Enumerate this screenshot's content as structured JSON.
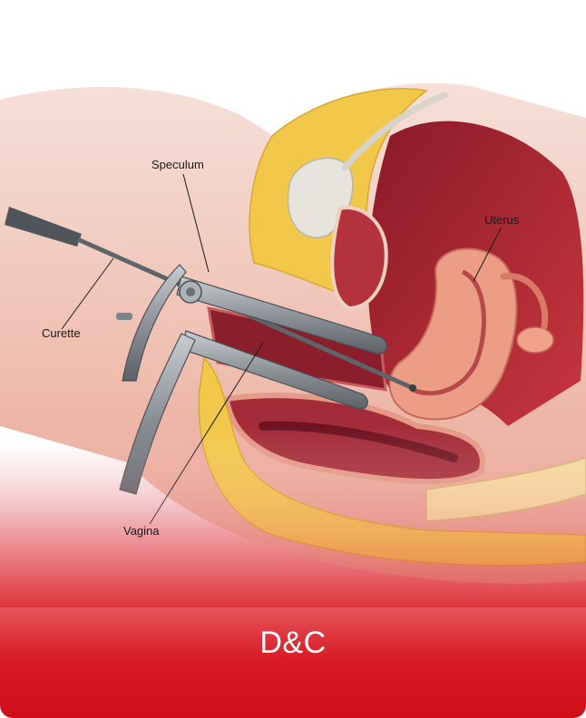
{
  "labels": {
    "speculum": "Speculum",
    "curette": "Curette",
    "uterus": "Uterus",
    "vagina": "Vagina"
  },
  "caption": "D&C",
  "colors": {
    "banner_red": "#cf0e1a",
    "fat_yellow": "#f2c84a",
    "tissue_pink": "#e8a08a",
    "cavity_dark": "#6e1420",
    "instrument_steel": "#8a9096"
  },
  "icons": {
    "speculum": "speculum-instrument-icon",
    "curette": "curette-instrument-icon"
  }
}
